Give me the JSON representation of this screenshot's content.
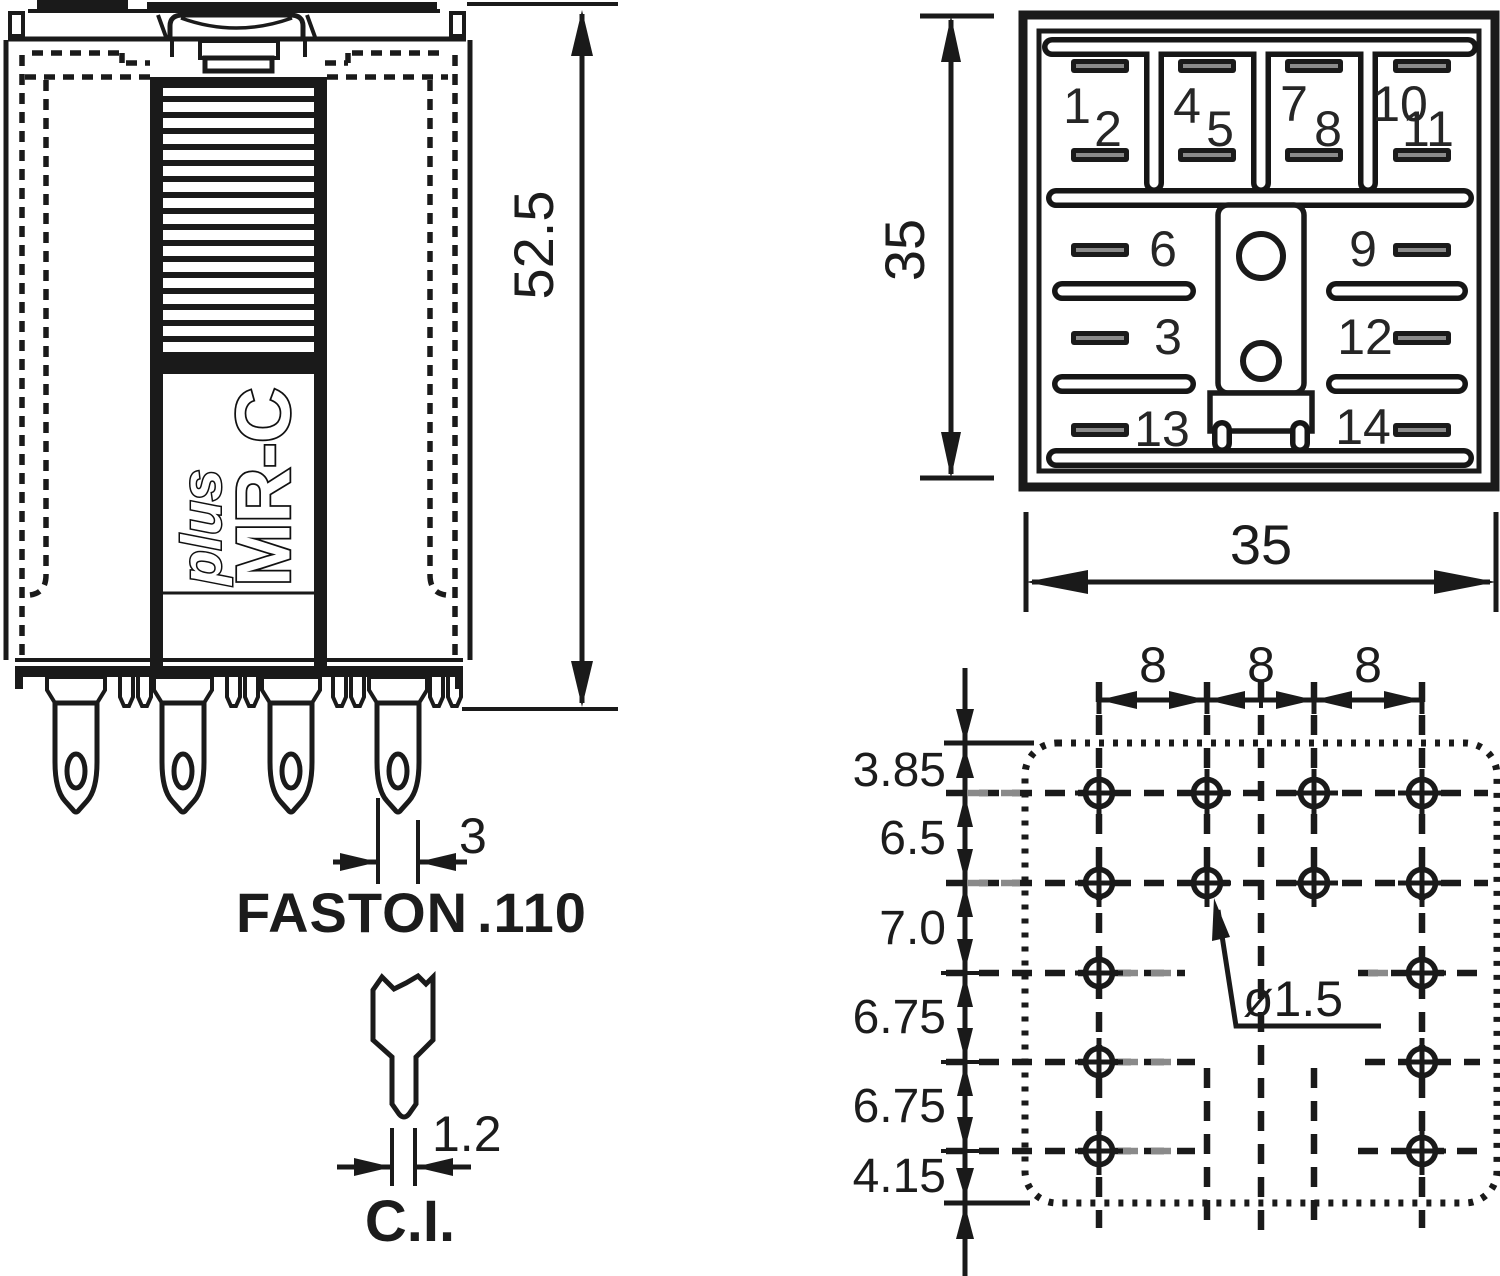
{
  "side_view": {
    "brand": "MR-C",
    "brand_suffix": "plus",
    "height_dim": "52.5",
    "pin_width_dim": "3",
    "terminal_type": "FASTON",
    "terminal_size": ".110",
    "pin_thickness_dim": "1.2",
    "mount_label": "C.I."
  },
  "bottom_view": {
    "height_dim": "35",
    "width_dim": "35",
    "pin_numbers": [
      "1",
      "2",
      "3",
      "4",
      "5",
      "6",
      "7",
      "8",
      "9",
      "10",
      "11",
      "12",
      "13",
      "14"
    ]
  },
  "drill_pattern": {
    "pitch_dims": [
      "8",
      "8",
      "8"
    ],
    "row_dims": [
      "3.85",
      "6.5",
      "7.0",
      "6.75",
      "6.75",
      "4.15"
    ],
    "hole_diameter": "ø1.5"
  },
  "colors": {
    "line": "#1a1a1a",
    "accent_gray": "#8a8a8a"
  }
}
